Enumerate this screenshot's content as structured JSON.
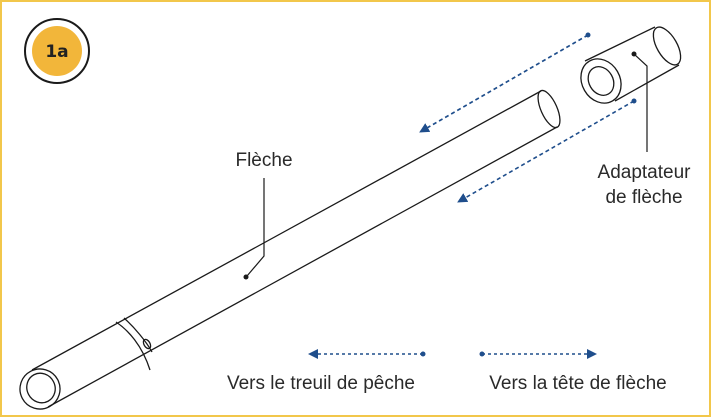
{
  "step_badge": "1a",
  "labels": {
    "shaft": "Flèche",
    "adapter_line1": "Adaptateur",
    "adapter_line2": "de flèche"
  },
  "legend": {
    "toward_winch": "Vers le treuil de pêche",
    "toward_head": "Vers la tête de flèche"
  },
  "colors": {
    "frame_border": "#f2c74b",
    "badge_fill": "#f2b63a",
    "arrow_blue": "#1f4e8c",
    "line": "#1a1a1a"
  }
}
